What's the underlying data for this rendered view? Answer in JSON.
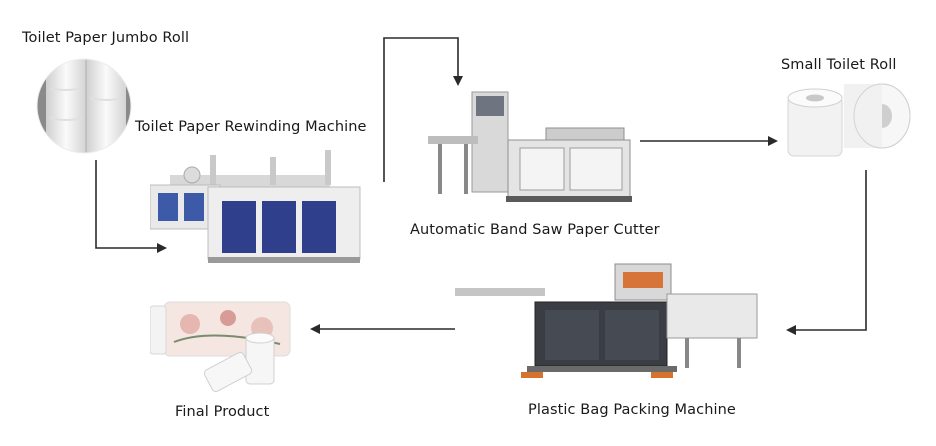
{
  "labels": {
    "jumbo_roll": "Toilet Paper Jumbo Roll",
    "rewinding_machine": "Toilet Paper Rewinding Machine",
    "band_saw": "Automatic Band Saw Paper Cutter",
    "small_roll": "Small Toilet Roll",
    "packing_machine": "Plastic Bag Packing Machine",
    "final_product": "Final Product"
  },
  "colors": {
    "arrow": "#2a2a2a",
    "machine_frame": "#e6e6e6",
    "machine_panel": "#2f3f8c",
    "machine_dark": "#3a3d44",
    "packaging_floral": "#f2d7d2"
  }
}
